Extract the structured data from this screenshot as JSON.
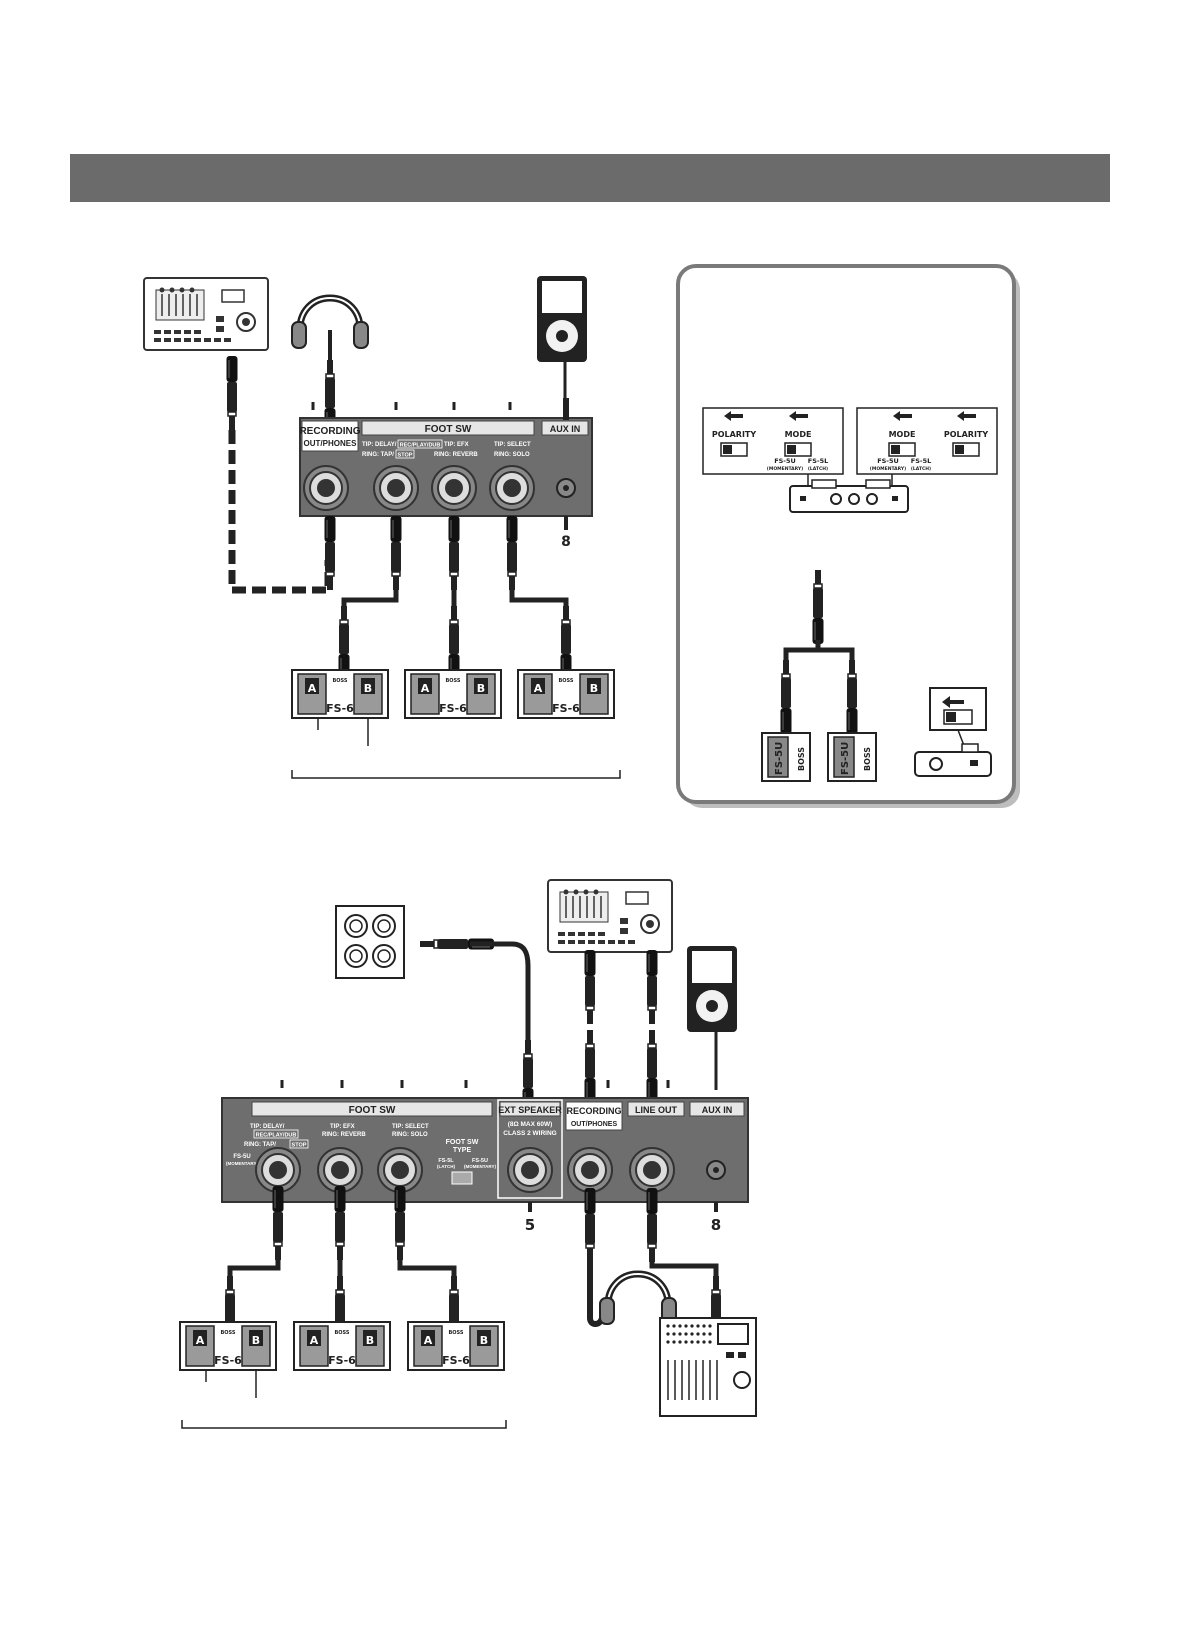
{
  "top_panel": {
    "sections": {
      "recording": "RECORDING",
      "out_phones": "OUT/PHONES",
      "foot_sw": "FOOT SW",
      "aux_in": "AUX IN"
    },
    "tip_labels": {
      "sw1_tip": "TIP: DELAY/",
      "sw1_tip_box": "REC/PLAY/DUB",
      "sw1_ring": "RING: TAP/",
      "sw1_ring_box": "STOP",
      "sw2_tip": "TIP: EFX",
      "sw2_ring": "RING: REVERB",
      "sw3_tip": "TIP: SELECT",
      "sw3_ring": "RING: SOLO"
    },
    "aux_number": "8"
  },
  "bottom_panel": {
    "sections": {
      "foot_sw": "FOOT SW",
      "ext_speaker": "EXT SPEAKER",
      "ext_speaker_spec1": "(8Ω MAX 60W)",
      "ext_speaker_spec2": "CLASS 2 WIRING",
      "recording": "RECORDING",
      "out_phones": "OUT/PHONES",
      "line_out": "LINE OUT",
      "aux_in": "AUX IN"
    },
    "tip_labels": {
      "sw1_tip": "TIP: DELAY/",
      "sw1_tip_box": "REC/PLAY/DUB",
      "sw1_ring": "RING: TAP/",
      "sw1_ring_box": "STOP",
      "sw2_tip": "TIP: EFX",
      "sw2_ring": "RING: REVERB",
      "sw3_tip": "TIP: SELECT",
      "sw3_ring": "RING: SOLO",
      "fs5u_left": "FS-5U",
      "fs5u_left_sub": "(MOMENTARY)",
      "type_title1": "FOOT SW",
      "type_title2": "TYPE",
      "fs5l": "FS-5L",
      "fs5l_sub": "(LATCH)",
      "fs5u": "FS-5U",
      "fs5u_sub": "(MOMENTARY)"
    },
    "ext_number": "5",
    "aux_number": "8"
  },
  "footswitch": {
    "a": "A",
    "b": "B",
    "model": "FS-6",
    "brand": "BOSS"
  },
  "inset": {
    "polarity": "POLARITY",
    "mode": "MODE",
    "fs5u": "FS-5U",
    "fs5u_sub": "(MOMENTARY)",
    "fs5l": "FS-5L",
    "fs5l_sub": "(LATCH)",
    "pedal_model": "FS-5U",
    "brand": "BOSS"
  }
}
